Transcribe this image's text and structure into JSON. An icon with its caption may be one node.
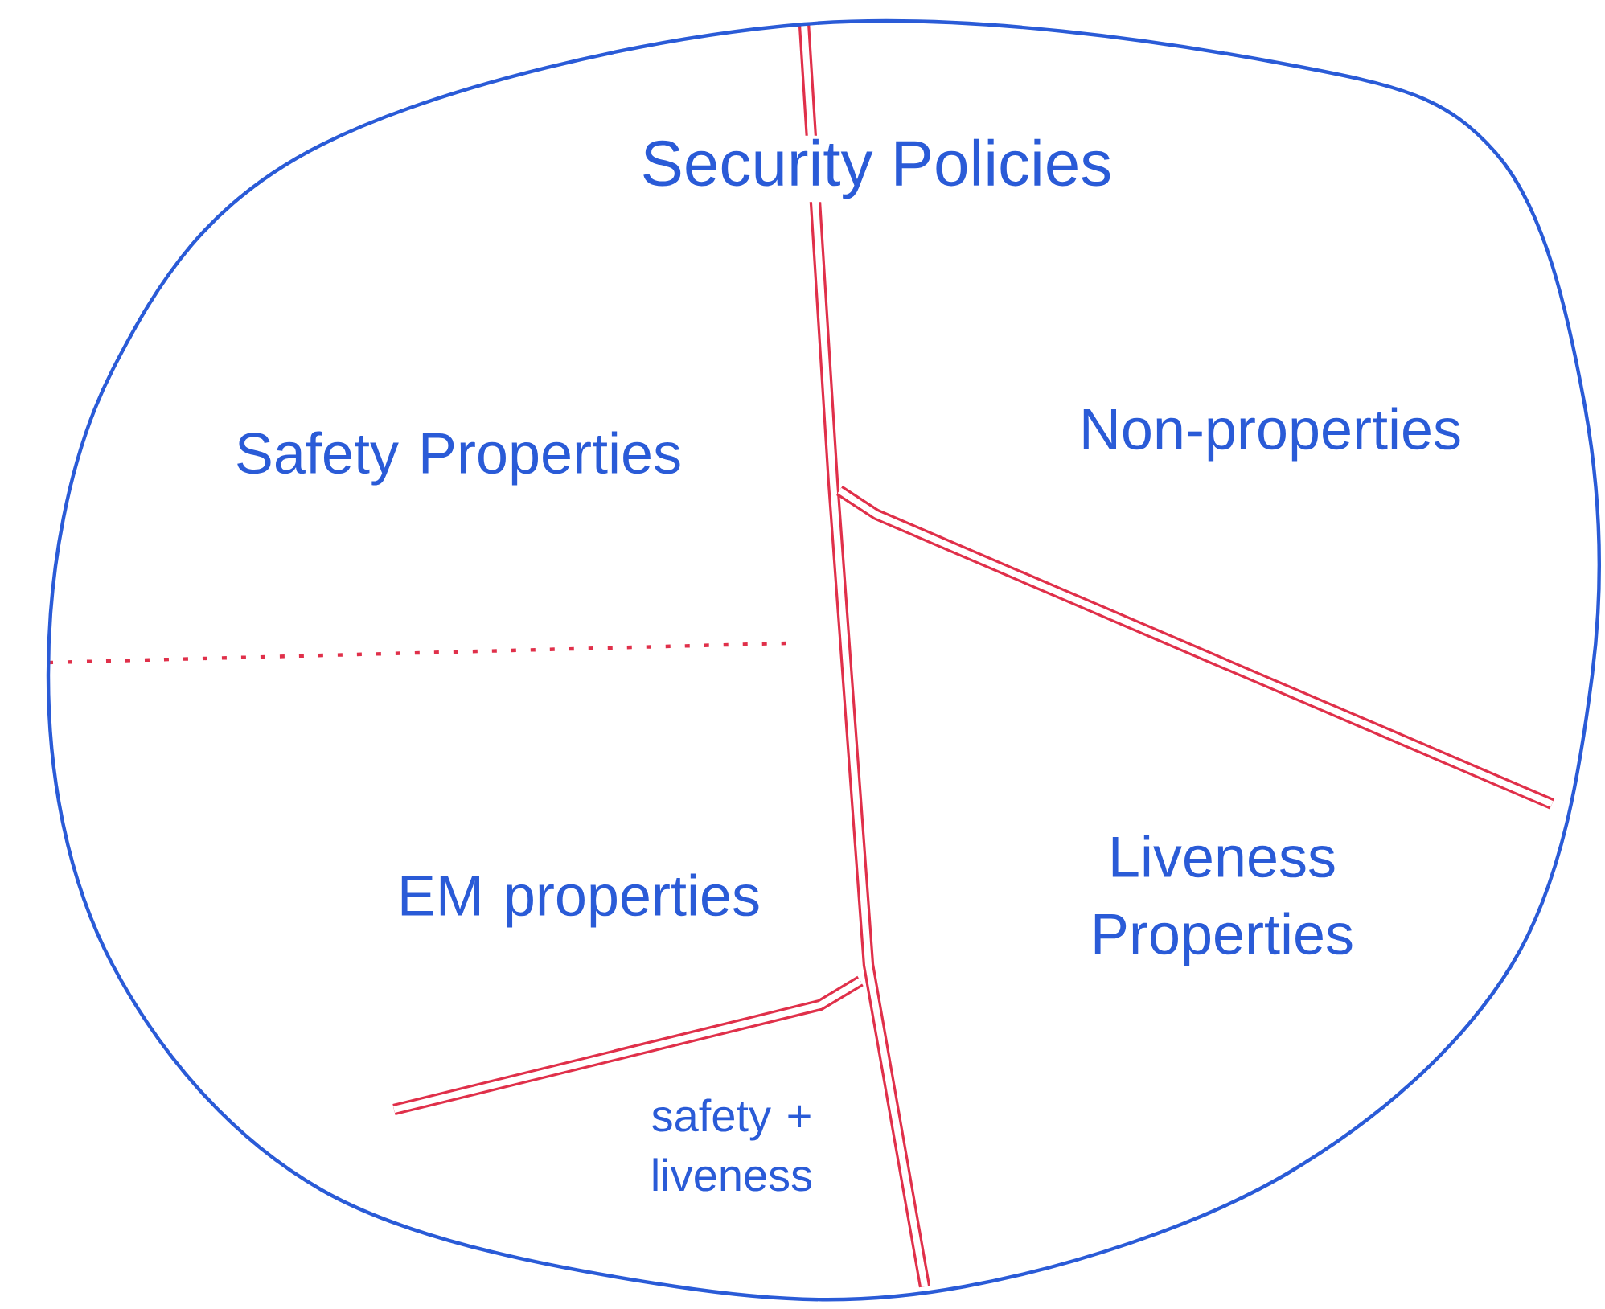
{
  "diagram": {
    "nodes": [
      {
        "text": [
          "Security Policies"
        ]
      }
    ],
    "labels": [
      "Safety Properties",
      "Non-properties",
      "EM properties",
      "Liveness Properties",
      "safety + liveness"
    ]
  }
}
